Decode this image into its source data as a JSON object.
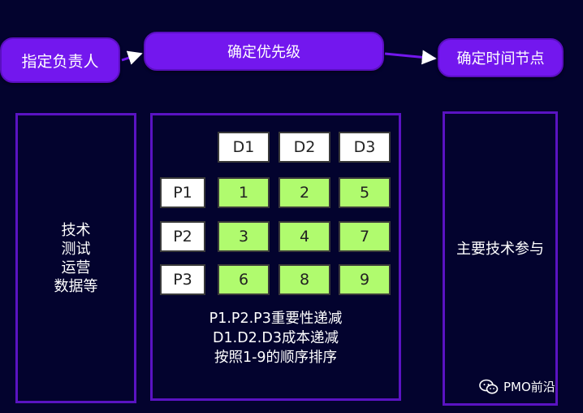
{
  "flow": {
    "steps": [
      "指定负责人",
      "确定优先级",
      "确定时间节点"
    ]
  },
  "left_panel": {
    "lines": [
      "技术",
      "测试",
      "运营",
      "数据等"
    ]
  },
  "matrix": {
    "columns": [
      "D1",
      "D2",
      "D3"
    ],
    "rows": [
      {
        "label": "P1",
        "values": [
          "1",
          "2",
          "5"
        ]
      },
      {
        "label": "P2",
        "values": [
          "3",
          "4",
          "7"
        ]
      },
      {
        "label": "P3",
        "values": [
          "6",
          "8",
          "9"
        ]
      }
    ],
    "notes": [
      "P1.P2.P3重要性递减",
      "D1.D2.D3成本递减",
      "按照1-9的顺序排序"
    ]
  },
  "right_panel": {
    "text": "主要技术参与"
  },
  "watermark": {
    "text": "PMO前沿",
    "icon": "wechat-icon"
  },
  "colors": {
    "background": "#03032e",
    "accent": "#7317ee",
    "panel_border": "#5a13c2",
    "cell_green": "#b0fb6e"
  }
}
